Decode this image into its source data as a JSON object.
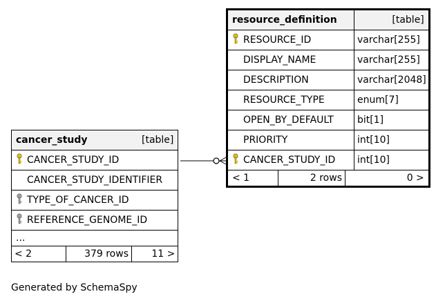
{
  "resource_definition": {
    "name": "resource_definition",
    "kind": "[table]",
    "columns": [
      {
        "name": "RESOURCE_ID",
        "type": "varchar[255]",
        "key": "primary"
      },
      {
        "name": "DISPLAY_NAME",
        "type": "varchar[255]",
        "key": "none"
      },
      {
        "name": "DESCRIPTION",
        "type": "varchar[2048]",
        "key": "none"
      },
      {
        "name": "RESOURCE_TYPE",
        "type": "enum[7]",
        "key": "none"
      },
      {
        "name": "OPEN_BY_DEFAULT",
        "type": "bit[1]",
        "key": "none"
      },
      {
        "name": "PRIORITY",
        "type": "int[10]",
        "key": "none"
      },
      {
        "name": "CANCER_STUDY_ID",
        "type": "int[10]",
        "key": "primary"
      }
    ],
    "footer": {
      "parents": "< 1",
      "rows": "2 rows",
      "children": "0 >"
    }
  },
  "cancer_study": {
    "name": "cancer_study",
    "kind": "[table]",
    "columns": [
      {
        "name": "CANCER_STUDY_ID",
        "key": "primary"
      },
      {
        "name": "CANCER_STUDY_IDENTIFIER",
        "key": "none"
      },
      {
        "name": "TYPE_OF_CANCER_ID",
        "key": "foreign"
      },
      {
        "name": "REFERENCE_GENOME_ID",
        "key": "foreign"
      }
    ],
    "more": "...",
    "footer": {
      "parents": "< 2",
      "rows": "379 rows",
      "children": "11 >"
    }
  },
  "credit": "Generated by SchemaSpy",
  "colors": {
    "primary_key": "#e6c200",
    "foreign_key": "#a0a0a0",
    "header_bg": "#f2f2f2"
  }
}
